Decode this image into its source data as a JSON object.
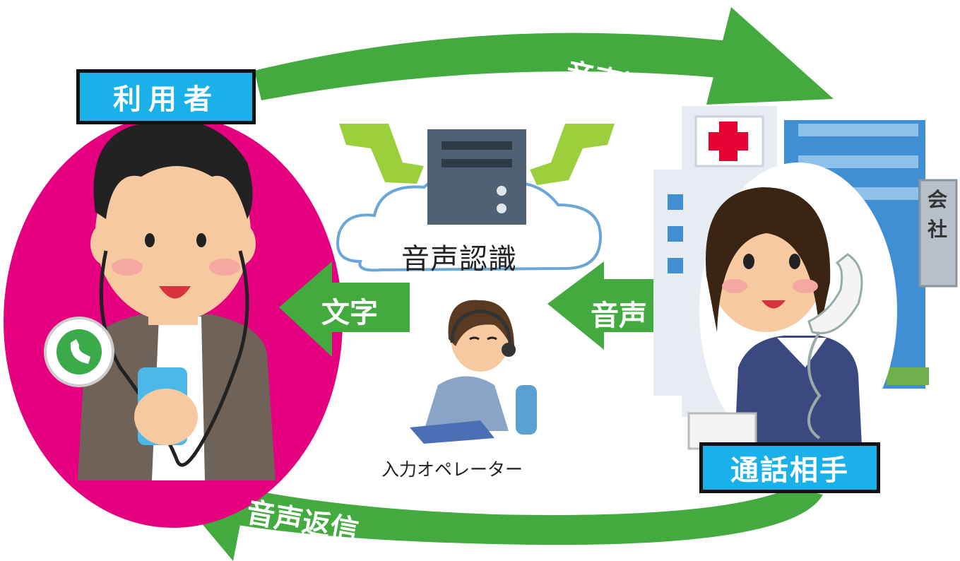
{
  "labels": {
    "user": "利用者",
    "partner": "通話相手",
    "voice_send": "音声送信",
    "voice_reply": "音声返信",
    "text": "文字",
    "voice": "音声",
    "speech_recognition": "音声認識",
    "input_operator": "入力オペレーター",
    "company": "会社"
  },
  "colors": {
    "arrow_green": "#42aa3e",
    "user_circle": "#e4007f",
    "label_blue": "#1ab0ea",
    "hospital_cross": "#e60033"
  }
}
